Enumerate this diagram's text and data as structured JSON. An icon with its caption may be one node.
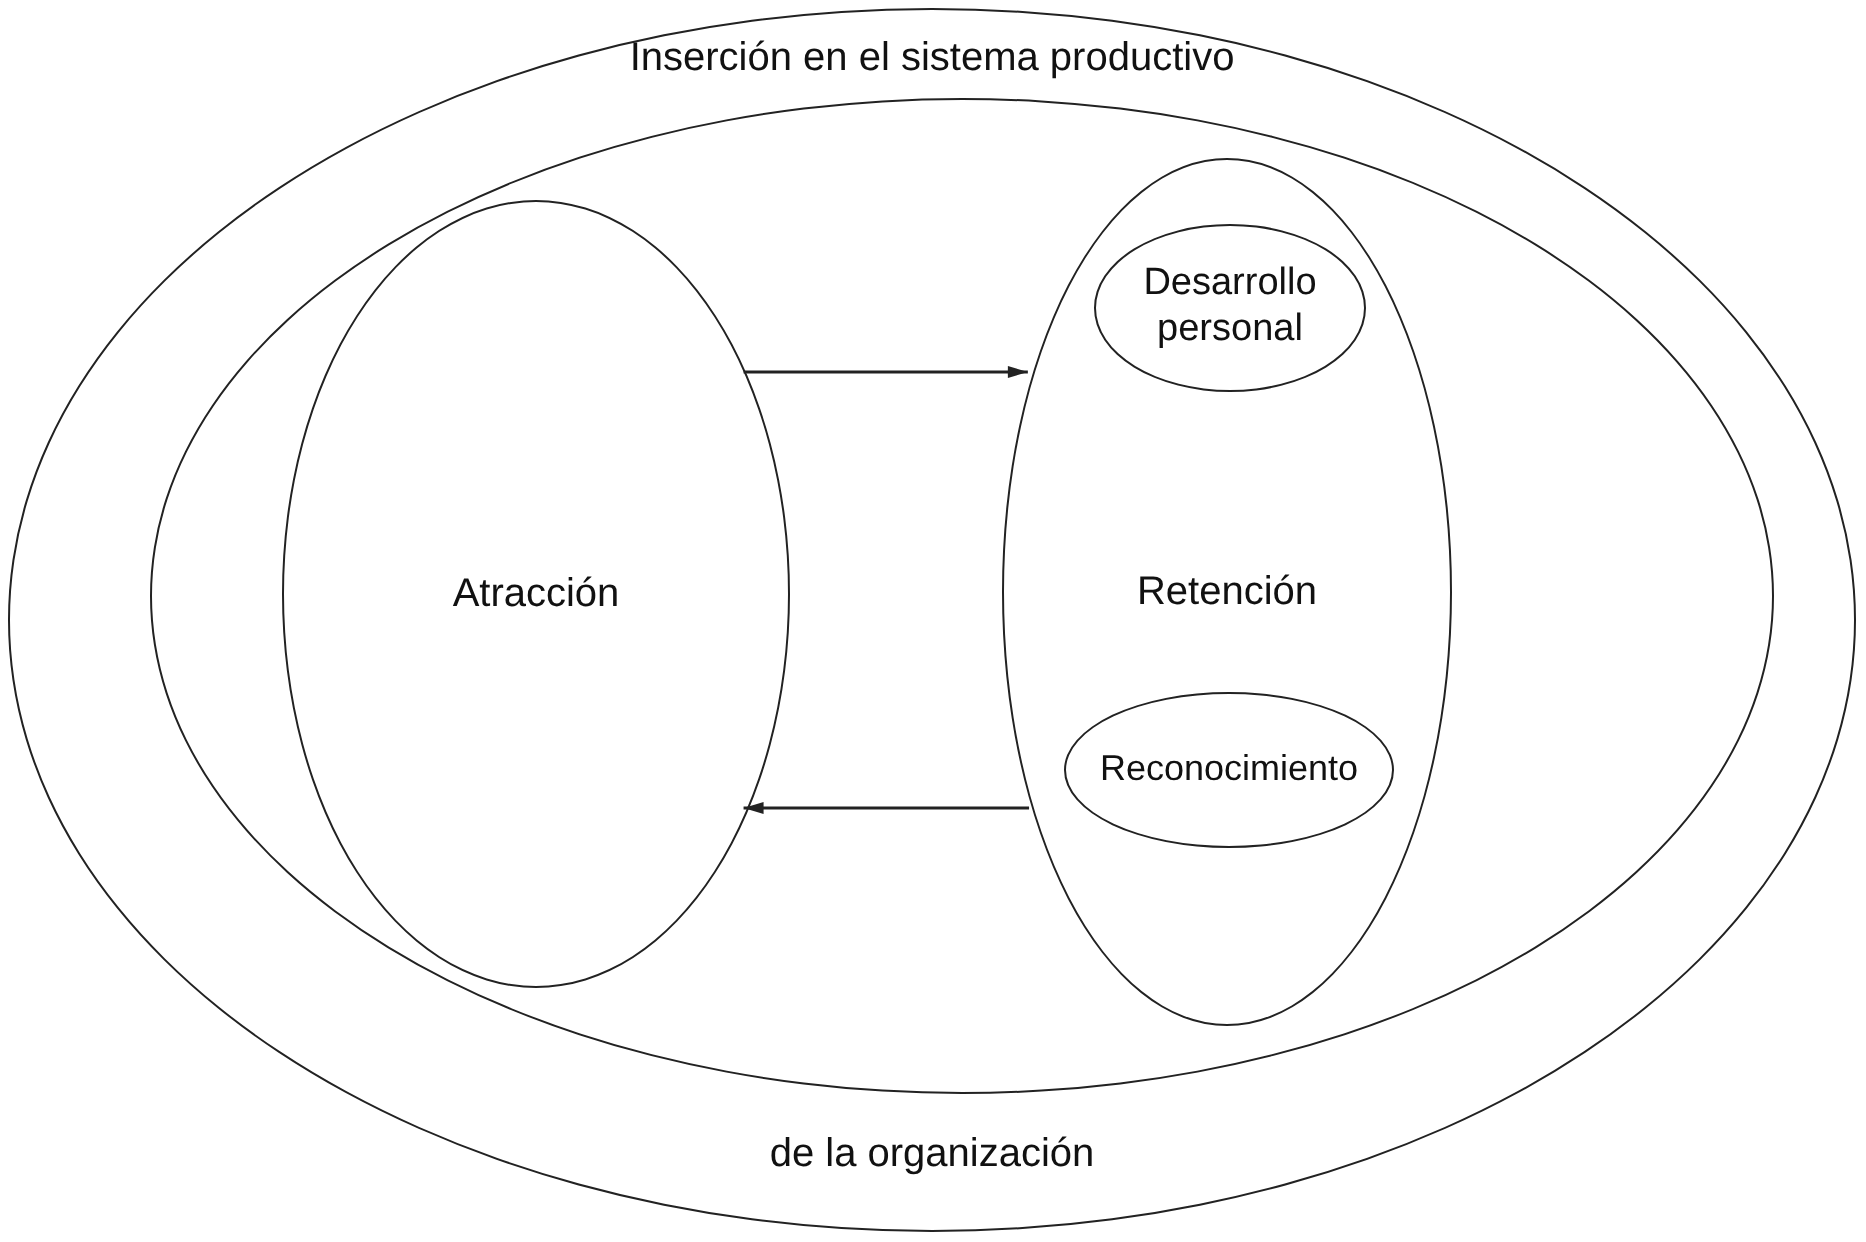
{
  "diagram": {
    "nodes": [
      {
        "text": [
          "Inserción en el sistema productivo",
          "de la organización"
        ]
      },
      {
        "text": [],
        "shape": "ellipse",
        "in": 0
      },
      {
        "text": [
          "Atracción"
        ],
        "in": 1
      },
      {
        "text": [
          "Retención"
        ],
        "in": 1
      },
      {
        "text": [
          "Desarrollo personal"
        ],
        "in": 3
      },
      {
        "text": [
          "Reconocimiento"
        ],
        "in": 3
      }
    ],
    "edges": [
      {
        "from": 2,
        "to": 3,
        "arrow": "to"
      },
      {
        "from": 3,
        "to": 2,
        "arrow": "to"
      }
    ]
  }
}
